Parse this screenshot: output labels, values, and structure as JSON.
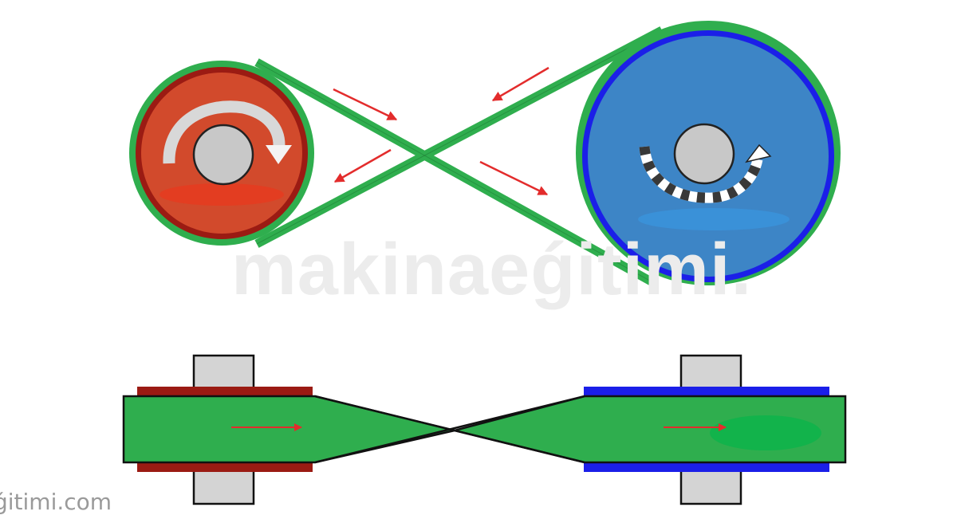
{
  "watermark": {
    "text": "makinaeǵitimi."
  },
  "footer_credit": {
    "text": "ǵitimi.com"
  },
  "diagram": {
    "belt_type": "crossed-belt-drive",
    "views": [
      "front-view",
      "side-view"
    ],
    "colors": {
      "driver_pulley": "#d24a2c",
      "driver_rim": "#9b1b13",
      "driven_pulley": "#3d85c6",
      "driven_rim": "#1b1fe8",
      "belt": "#2fae4e",
      "shaft": "#c8c8c8",
      "motion_arrow": "#e32c2c",
      "rotation_arrow": "#ffffff"
    },
    "driver_rotation": "clockwise",
    "driven_rotation": "counterclockwise",
    "icons": [
      "rotation-arrow",
      "motion-arrow",
      "shaft"
    ]
  }
}
